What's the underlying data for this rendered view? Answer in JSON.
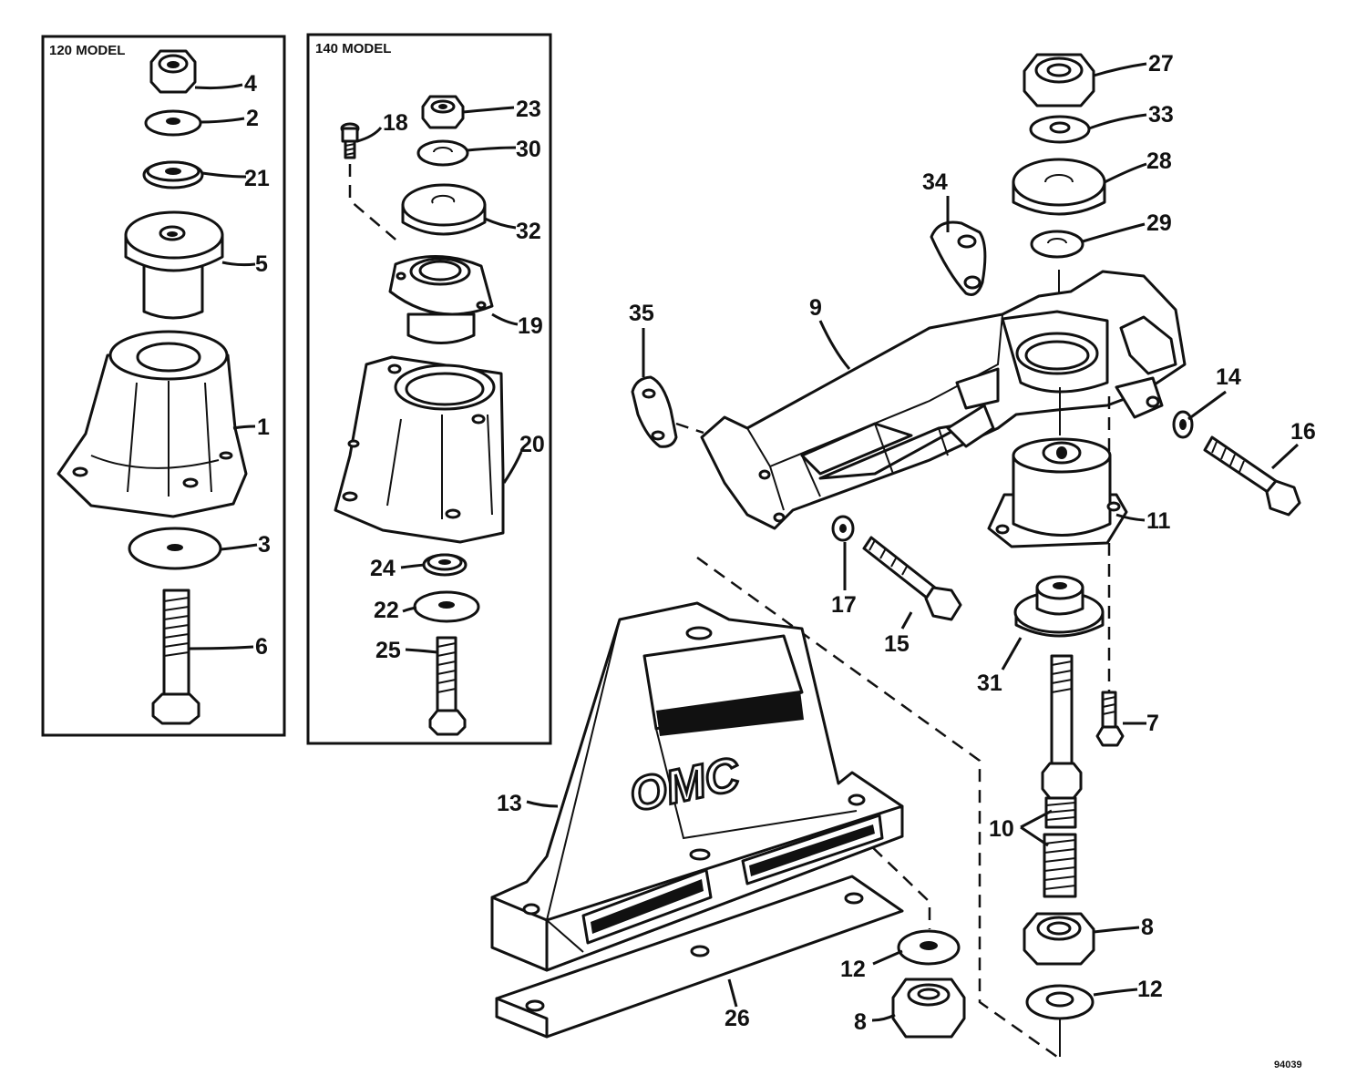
{
  "panels": {
    "model_120": "120 MODEL",
    "model_140": "140 MODEL"
  },
  "callouts": {
    "p1": "1",
    "p2": "2",
    "p3": "3",
    "p4": "4",
    "p5": "5",
    "p6": "6",
    "p7": "7",
    "p8a": "8",
    "p8b": "8",
    "p9": "9",
    "p10": "10",
    "p11": "11",
    "p12a": "12",
    "p12b": "12",
    "p13": "13",
    "p14": "14",
    "p15": "15",
    "p16": "16",
    "p17": "17",
    "p18": "18",
    "p19": "19",
    "p20": "20",
    "p21": "21",
    "p22": "22",
    "p23": "23",
    "p24": "24",
    "p25": "25",
    "p26": "26",
    "p27": "27",
    "p28": "28",
    "p29": "29",
    "p30": "30",
    "p31": "31",
    "p32": "32",
    "p33": "33",
    "p34": "34",
    "p35": "35"
  },
  "logo_text": "OMC",
  "figure_number": "94039"
}
